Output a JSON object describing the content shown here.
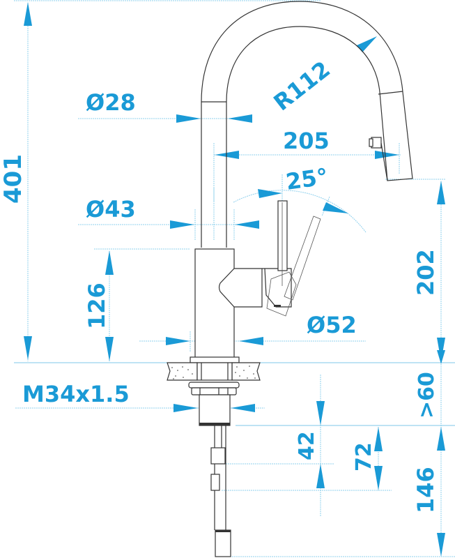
{
  "drawing": {
    "title": "Kitchen faucet technical dimension drawing",
    "accent_color": "#1a9ad6",
    "line_color": "#333333"
  },
  "dimensions": {
    "total_height": "401",
    "spout_pipe_diameter": "Ø28",
    "spout_radius": "R112",
    "spout_reach": "205",
    "handle_angle": "25°",
    "body_upper_diameter": "Ø43",
    "spout_outlet_height": "202",
    "body_height": "126",
    "base_diameter": "Ø52",
    "thread": "M34x1.5",
    "countertop_thickness": ">60",
    "hose_connector_42": "42",
    "hose_connector_72": "72",
    "hose_length": "146"
  }
}
